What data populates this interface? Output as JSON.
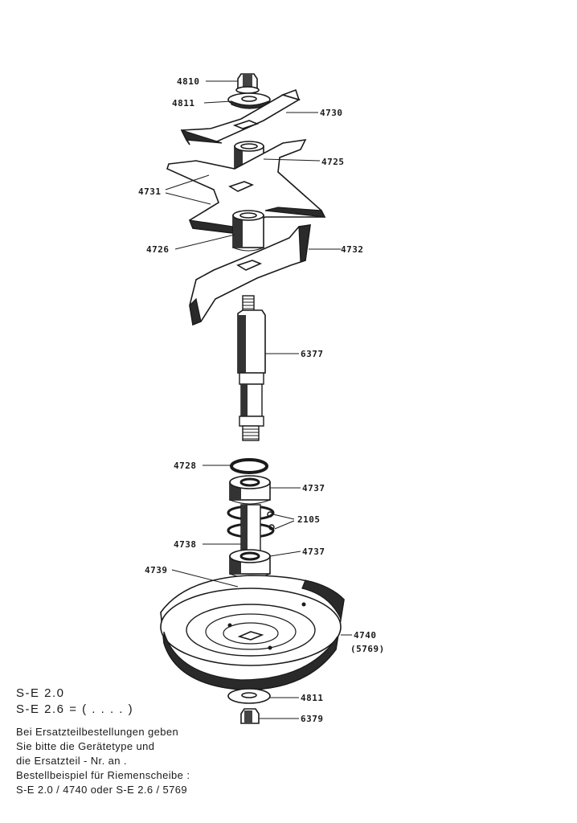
{
  "labels": {
    "l4810": "4810",
    "l4811_top": "4811",
    "l4730": "4730",
    "l4725": "4725",
    "l4731": "4731",
    "l4726": "4726",
    "l4732": "4732",
    "l6377": "6377",
    "l4728": "4728",
    "l4737_top": "4737",
    "l2105": "2105",
    "l4738": "4738",
    "l4737_bottom": "4737",
    "l4739": "4739",
    "l4740": "4740",
    "l5769": "(5769)",
    "l4811_bottom": "4811",
    "l6379": "6379"
  },
  "caption": {
    "model_1": "S-E 2.0",
    "model_2": "S-E 2.6 = ( . . . . )",
    "note_1": "Bei Ersatzteilbestellungen geben",
    "note_2": "Sie bitte die Gerätetype und",
    "note_3": "die Ersatzteil - Nr. an .",
    "note_4": "Bestellbeispiel für Riemenscheibe :",
    "note_5": "S-E 2.0 / 4740   oder  S-E 2.6 / 5769"
  }
}
